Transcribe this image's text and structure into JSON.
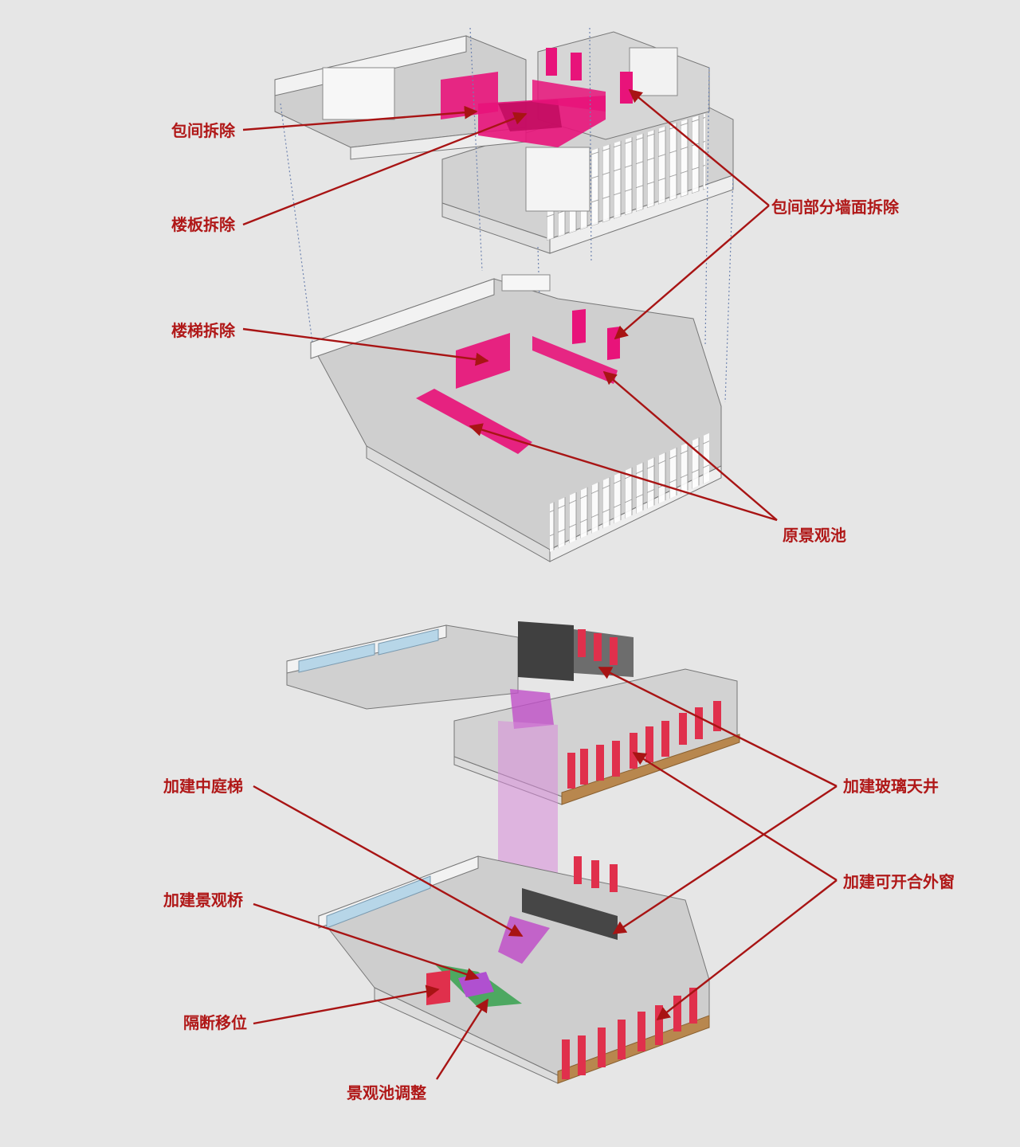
{
  "colors": {
    "background": "#e6e6e6",
    "label_text": "#b01818",
    "arrow": "#a81414",
    "demolition_magenta": "#e8137a",
    "new_window_red": "#e0304c",
    "stair_violet": "#c050c8",
    "atrium_glass_dark": "#2e2e2e",
    "landscape_green": "#3fa455",
    "wood_deck": "#b8874e",
    "glass_blue": "#b7d6e8"
  },
  "top_diagram": {
    "labels": {
      "room_removal": "包间拆除",
      "floor_slab_removal": "楼板拆除",
      "stair_removal": "楼梯拆除",
      "room_wall_removal": "包间部分墙面拆除",
      "original_pool": "原景观池"
    }
  },
  "bottom_diagram": {
    "labels": {
      "atrium_stair": "加建中庭梯",
      "landscape_bridge": "加建景观桥",
      "partition_shift": "隔断移位",
      "pool_adjust": "景观池调整",
      "glass_skylight": "加建玻璃天井",
      "operable_window": "加建可开合外窗"
    }
  }
}
